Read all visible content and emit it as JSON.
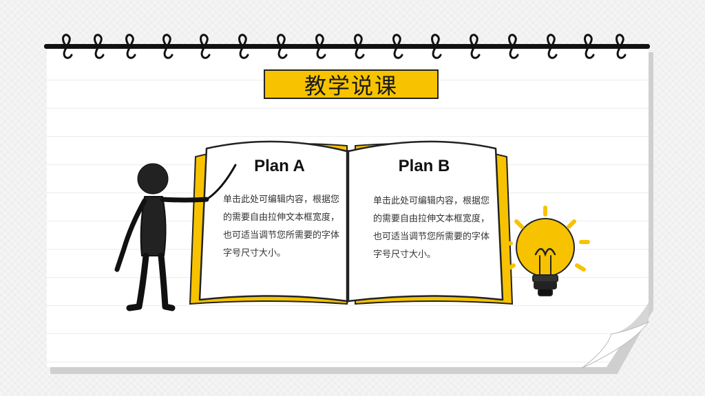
{
  "header": {
    "title": "教学说课"
  },
  "plans": [
    {
      "title": "Plan A",
      "body": "单击此处可编辑内容，根据您的需要自由拉伸文本框宽度，也可适当调节您所需要的字体字号尺寸大小。"
    },
    {
      "title": "Plan B",
      "body": "单击此处可编辑内容，根据您的需要自由拉伸文本框宽度，也可适当调节您所需要的字体字号尺寸大小。"
    }
  ],
  "colors": {
    "accent": "#f7c300",
    "ink": "#111111",
    "paper": "#ffffff"
  },
  "decorations": {
    "spiral_binding_icon": "spiral-ring-icon",
    "figure_icon": "stick-figure-teacher-icon",
    "bulb_icon": "light-bulb-icon",
    "book_icon": "open-book-icon"
  }
}
